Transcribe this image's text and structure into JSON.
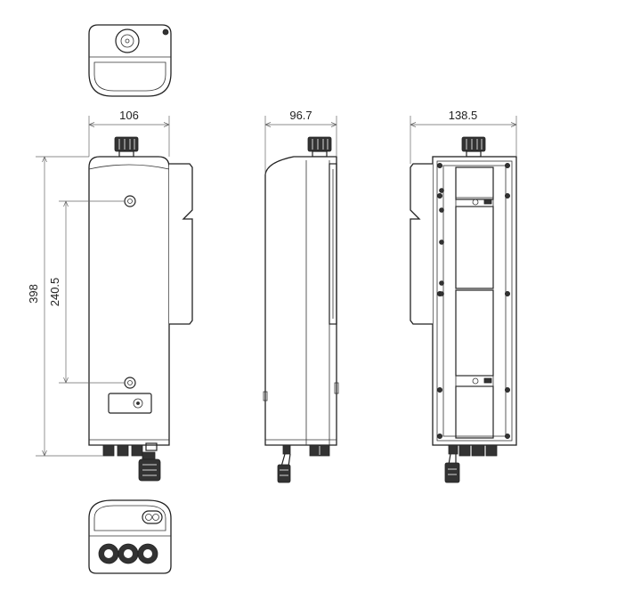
{
  "dimensions": {
    "front_width": "106",
    "side_depth": "96.7",
    "back_width": "138.5",
    "total_height": "398",
    "hole_spacing": "240.5"
  },
  "colors": {
    "line": "#222222",
    "dimension_line": "#666666",
    "background": "#ffffff"
  }
}
